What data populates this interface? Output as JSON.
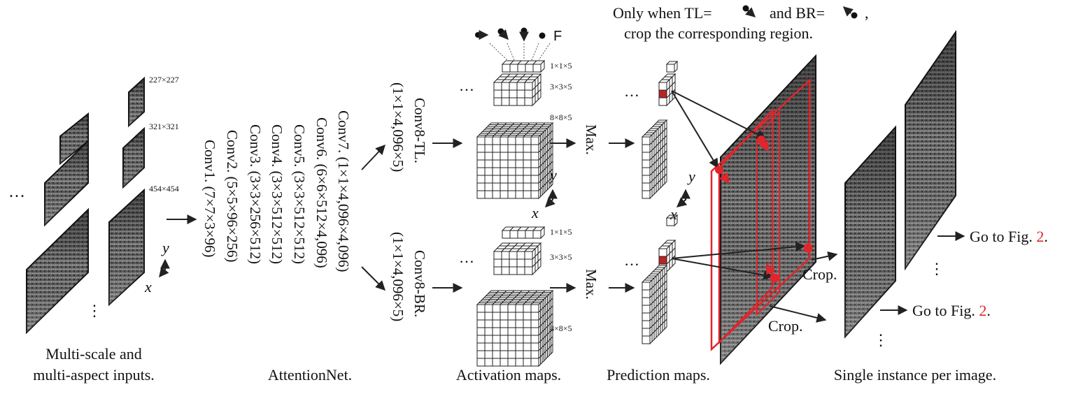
{
  "captions": {
    "inputs_line1": "Multi-scale and",
    "inputs_line2": "multi-aspect inputs.",
    "attention": "AttentionNet.",
    "activation": "Activation maps.",
    "prediction": "Prediction maps.",
    "single": "Single instance per image."
  },
  "input_sizes": [
    "227×227",
    "321×321",
    "454×454"
  ],
  "axes": {
    "x": "x",
    "y": "y"
  },
  "ellipsis": "…",
  "vellipsis": "⋮",
  "conv_layers": [
    "Conv1. (7×7×3×96)",
    "Conv2. (5×5×96×256)",
    "Conv3. (3×3×256×512)",
    "Conv4. (3×3×512×512)",
    "Conv5. (3×3×512×512)",
    "Conv6. (6×6×512×4,096)",
    "Conv7. (1×1×4,096×4,096)"
  ],
  "branches": {
    "tl_name": "Conv8-TL.",
    "tl_dims": "(1×1×4,096×5)",
    "br_name": "Conv8-BR.",
    "br_dims": "(1×1×4,096×5)"
  },
  "map_sizes": [
    "1×1×5",
    "3×3×5",
    "8×8×5"
  ],
  "symbol_F": "F",
  "max_label": "Max.",
  "note": {
    "line1a": "Only when TL=",
    "line1b": "and BR=",
    "line1c": ",",
    "line2": "crop the corresponding region."
  },
  "crop_label": "Crop.",
  "goto": {
    "text": "Go to Fig. ",
    "ref": "2",
    "end": "."
  },
  "colors": {
    "accent": "#e0252b",
    "line": "#222222"
  }
}
